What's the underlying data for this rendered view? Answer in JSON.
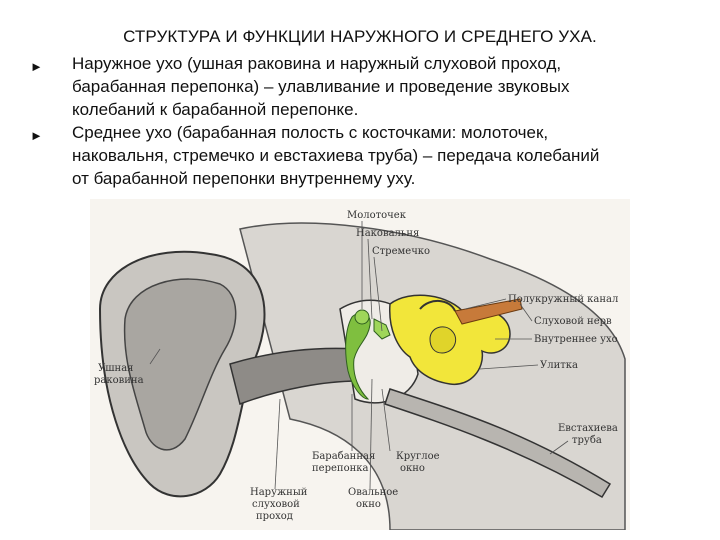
{
  "slide": {
    "title": "СТРУКТУРА И ФУНКЦИИ НАРУЖНОГО И СРЕДНЕГО УХА.",
    "bullet_icon": "triangle-right-icon",
    "bullets": [
      {
        "lines": [
          "Наружное ухо (ушная раковина и наружный слуховой проход,",
          "барабанная перепонка) – улавливание и проведение звуковых",
          "колебаний к барабанной перепонке."
        ]
      },
      {
        "lines": [
          "Среднее ухо (барабанная полость с косточками: молоточек,",
          "наковальня, стремечко и евстахиева труба) – передача колебаний",
          "от барабанной перепонки внутреннему уху."
        ]
      }
    ]
  },
  "diagram": {
    "labels": {
      "malleus": "Молоточек",
      "incus": "Наковальня",
      "stapes": "Стремечко",
      "semicircular_canal": "Полукружный канал",
      "auditory_nerve": "Слуховой нерв",
      "inner_ear": "Внутреннее ухо",
      "cochlea": "Улитка",
      "auricle": [
        "Ушная",
        "раковина"
      ],
      "eustachian_tube": [
        "Евстахиева",
        "труба"
      ],
      "eardrum": [
        "Барабанная",
        "перепонка"
      ],
      "round_window": [
        "Круглое",
        "окно"
      ],
      "ear_canal": [
        "Наружный",
        "слуховой",
        "проход"
      ],
      "oval_window": [
        "Овальное",
        "окно"
      ]
    }
  }
}
